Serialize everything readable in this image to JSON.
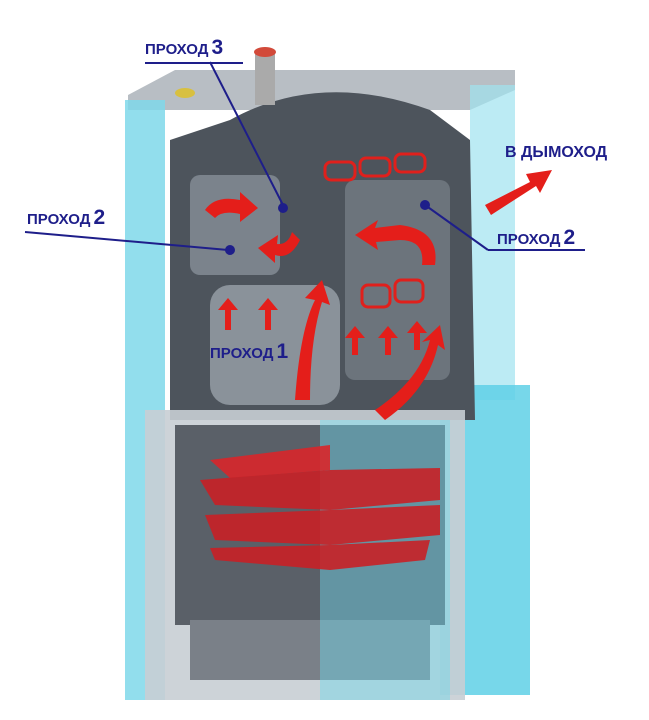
{
  "labels": {
    "pass3": {
      "text": "ПРОХОД",
      "num": "3"
    },
    "pass2_left": {
      "text": "ПРОХОД",
      "num": "2"
    },
    "pass2_right": {
      "text": "ПРОХОД",
      "num": "2"
    },
    "pass1": {
      "text": "ПРОХОД",
      "num": "1"
    },
    "chimney": {
      "text": "В ДЫМОХОД"
    }
  },
  "colors": {
    "label": "#1e1e8a",
    "flow": "#e0201c",
    "casing": "#5ad0e6",
    "body": "#4a5058"
  }
}
